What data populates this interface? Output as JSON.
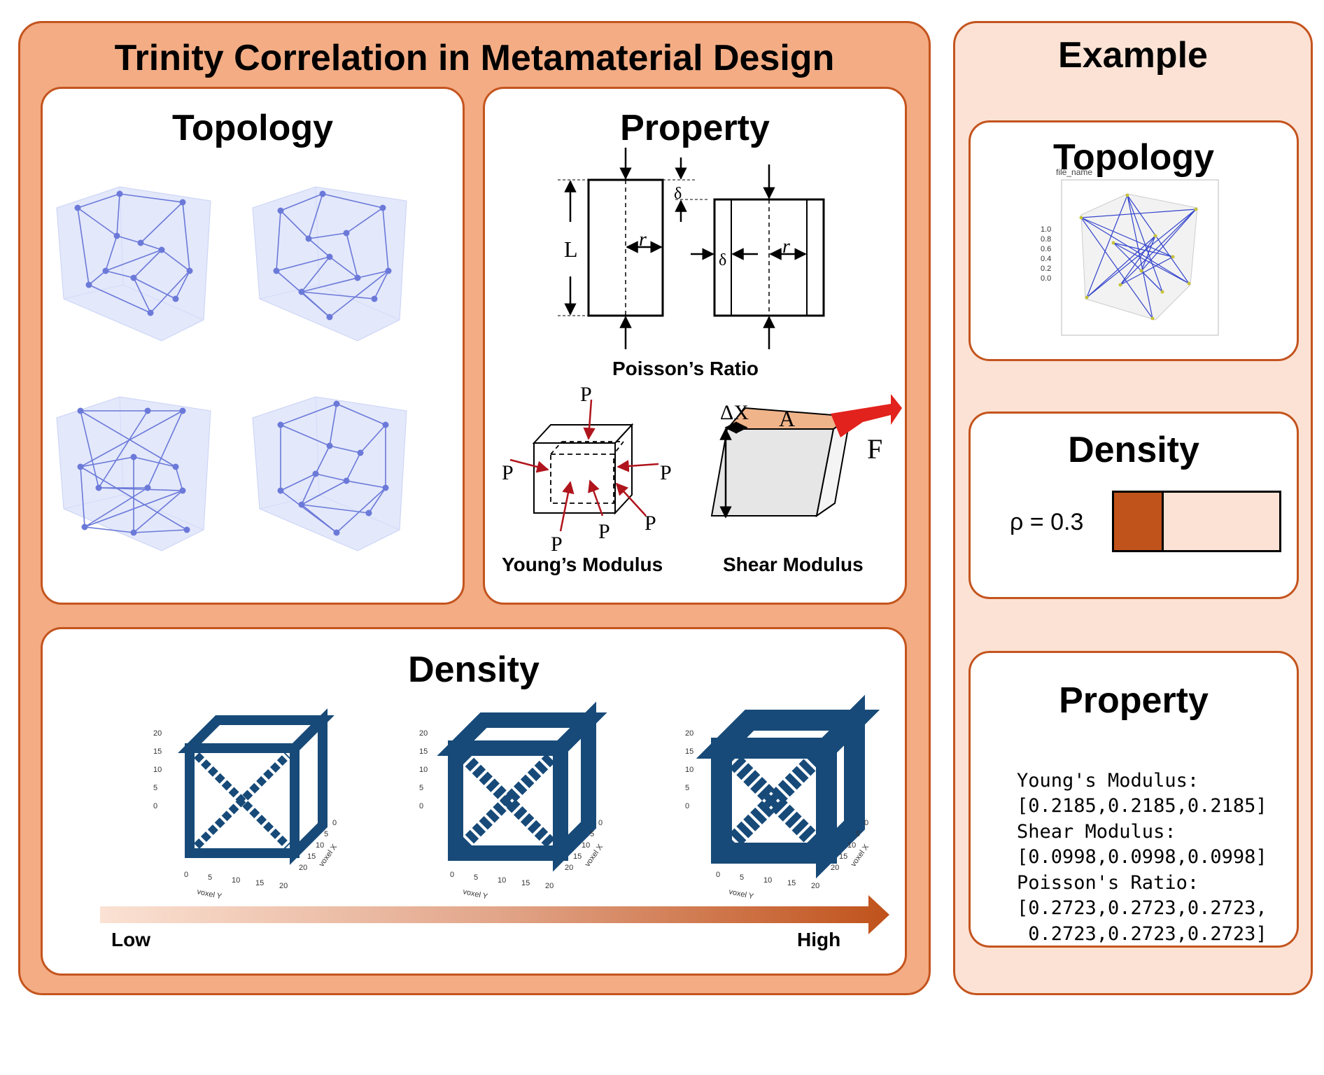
{
  "main": {
    "title": "Trinity Correlation in Metamaterial Design",
    "topology": {
      "title": "Topology"
    },
    "property": {
      "title": "Property",
      "poisson_caption": "Poisson’s Ratio",
      "young_caption": "Young’s Modulus",
      "shear_caption": "Shear Modulus",
      "labels": {
        "L": "L",
        "r": "r",
        "delta": "δ",
        "P": "P",
        "dx": "ΔX",
        "A": "A",
        "F": "F"
      }
    },
    "density": {
      "title": "Density",
      "low_label": "Low",
      "high_label": "High",
      "axis_labels": {
        "voxel_x": "voxel X",
        "voxel_y": "voxel Y"
      }
    }
  },
  "example": {
    "title": "Example",
    "topology": {
      "title": "Topology",
      "plot_title": "file_name"
    },
    "density": {
      "title": "Density",
      "value_label": "ρ = 0.3",
      "value": 0.3
    },
    "property": {
      "title": "Property",
      "lines": [
        "Young's Modulus:",
        "[0.2185,0.2185,0.2185]",
        "Shear Modulus:",
        "[0.0998,0.0998,0.0998]",
        "Poisson's Ratio:",
        "[0.2723,0.2723,0.2723,",
        " 0.2723,0.2723,0.2723]"
      ]
    }
  },
  "colors": {
    "outer_fill": "#f3ac84",
    "outer_border": "#c4541e",
    "example_fill": "#fbe2d4",
    "lattice": "#6b79d8",
    "lattice_fill": "#e3e8fb",
    "voxel": "#174a78",
    "force_arrow": "#b0141c",
    "shear_top": "#f0b48a",
    "shear_force": "#e2221c",
    "density_fill": "#c0521b"
  }
}
